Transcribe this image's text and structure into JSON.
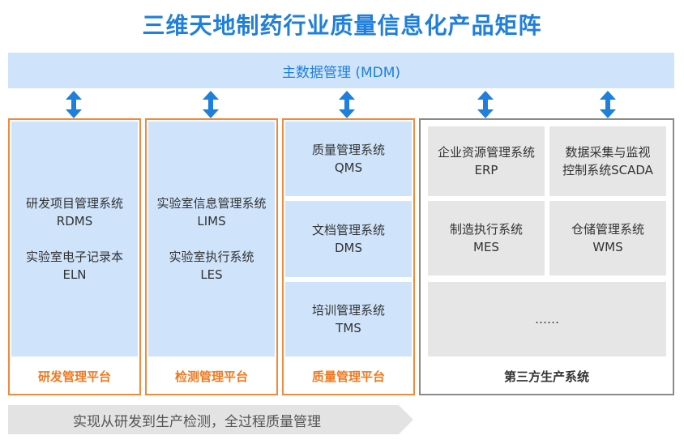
{
  "title": "三维天地制药行业质量信息化产品矩阵",
  "mdm": "主数据管理 (MDM)",
  "platforms": {
    "rd": {
      "label": "研发管理平台",
      "systems": [
        {
          "name": "研发项目管理系统",
          "code": "RDMS"
        },
        {
          "name": "实验室电子记录本",
          "code": "ELN"
        }
      ]
    },
    "test": {
      "label": "检测管理平台",
      "systems": [
        {
          "name": "实验室信息管理系统",
          "code": "LIMS"
        },
        {
          "name": "实验室执行系统",
          "code": "LES"
        }
      ]
    },
    "quality": {
      "label": "质量管理平台",
      "systems": [
        {
          "name": "质量管理系统",
          "code": "QMS"
        },
        {
          "name": "文档管理系统",
          "code": "DMS"
        },
        {
          "name": "培训管理系统",
          "code": "TMS"
        }
      ]
    },
    "third": {
      "label": "第三方生产系统",
      "systems": [
        {
          "name": "企业资源管理系统",
          "code": "ERP"
        },
        {
          "name": "数据采集与监视",
          "code": "控制系统SCADA"
        },
        {
          "name": "制造执行系统",
          "code": "MES"
        },
        {
          "name": "仓储管理系统",
          "code": "WMS"
        }
      ],
      "more": "……"
    }
  },
  "banner": "实现从研发到生产检测，全过程质量管理",
  "colors": {
    "primary": "#1f7fdc",
    "light_blue": "#cfe4fb",
    "orange": "#f08a3c",
    "gray_box": "#e6e6e6",
    "gray_border": "#8a8a8a"
  }
}
